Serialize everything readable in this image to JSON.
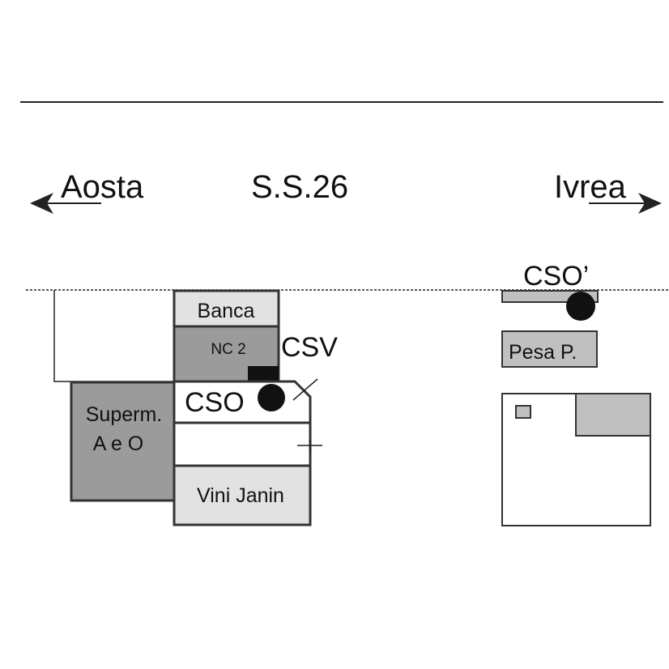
{
  "direction_left": "Aosta",
  "road": "S.S.26",
  "direction_right": "Ivrea",
  "buildings": {
    "banca": "Banca",
    "nc2": "NC 2",
    "superm_line1": "Superm.",
    "superm_line2": "A e O",
    "vini": "Vini Janin",
    "pesa": "Pesa P."
  },
  "sites": {
    "csv": "CSV",
    "cso": "CSO",
    "cso_prime": "CSO’"
  },
  "colors": {
    "dark_gray": "#9b9b9b",
    "mid_gray": "#c0c0c0",
    "light_gray": "#e2e2e2",
    "marker": "#111111",
    "line": "#222222"
  }
}
